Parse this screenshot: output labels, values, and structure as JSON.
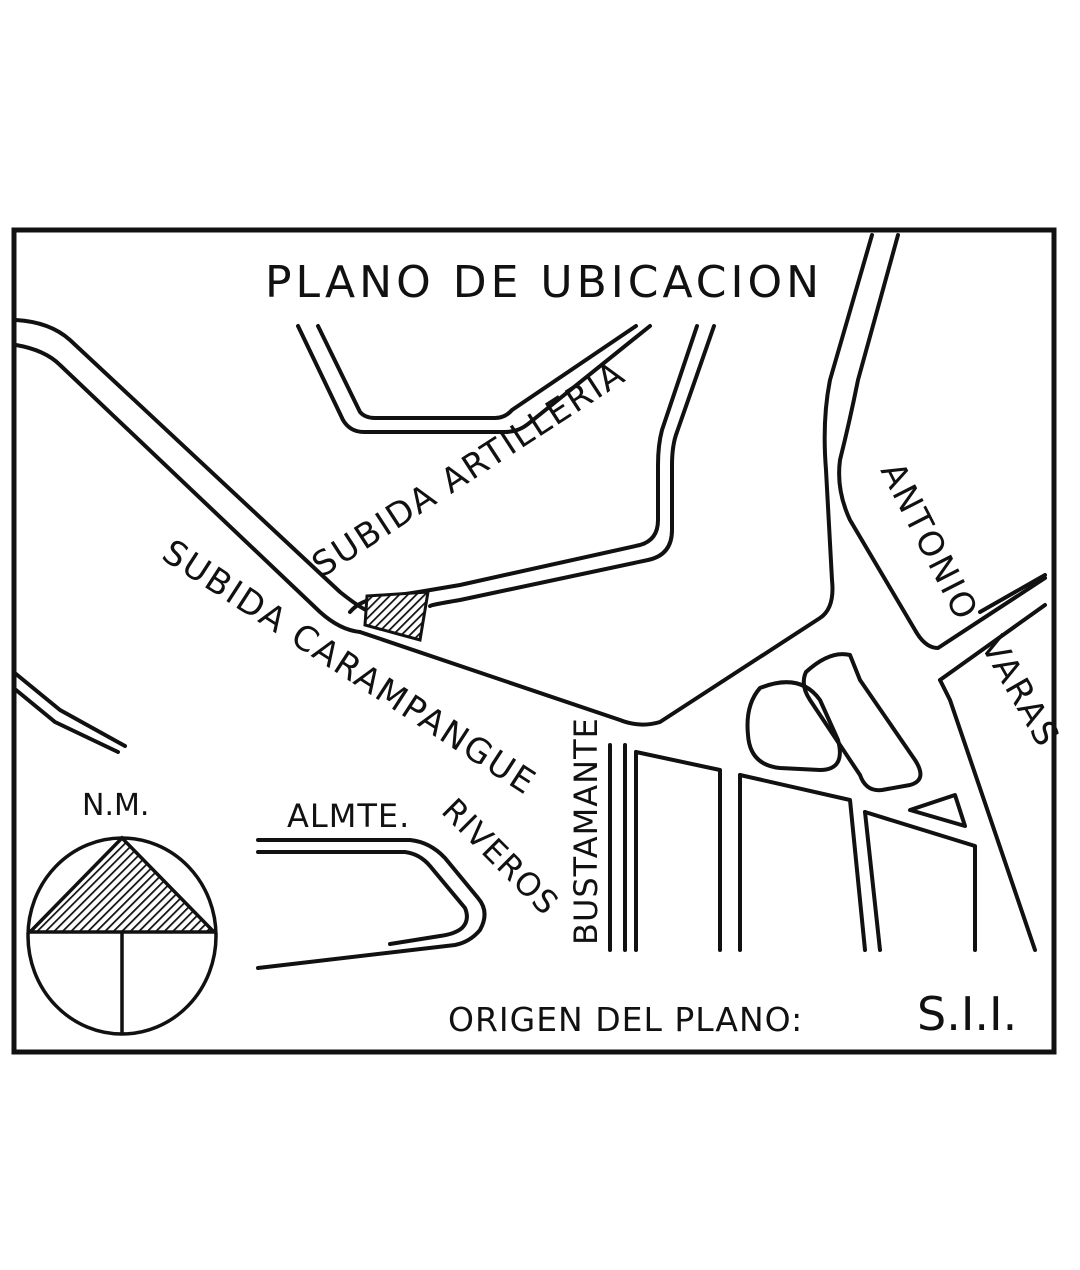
{
  "title": "PLANO DE UBICACION",
  "streets": {
    "subida_artilleria": "SUBIDA ARTILLERIA",
    "subida_carampangue": "SUBIDA CARAMPANGUE",
    "antonio": "ANTONIO",
    "varas": "VARAS",
    "almte_riveros_a": "ALMTE.",
    "almte_riveros_b": "RIVEROS",
    "bustamante": "BUSTAMANTE"
  },
  "north_label": "N.M.",
  "origin_label": "ORIGEN DEL PLANO:",
  "origin_value": "S.I.I.",
  "colors": {
    "ink": "#111111",
    "background": "#ffffff"
  }
}
